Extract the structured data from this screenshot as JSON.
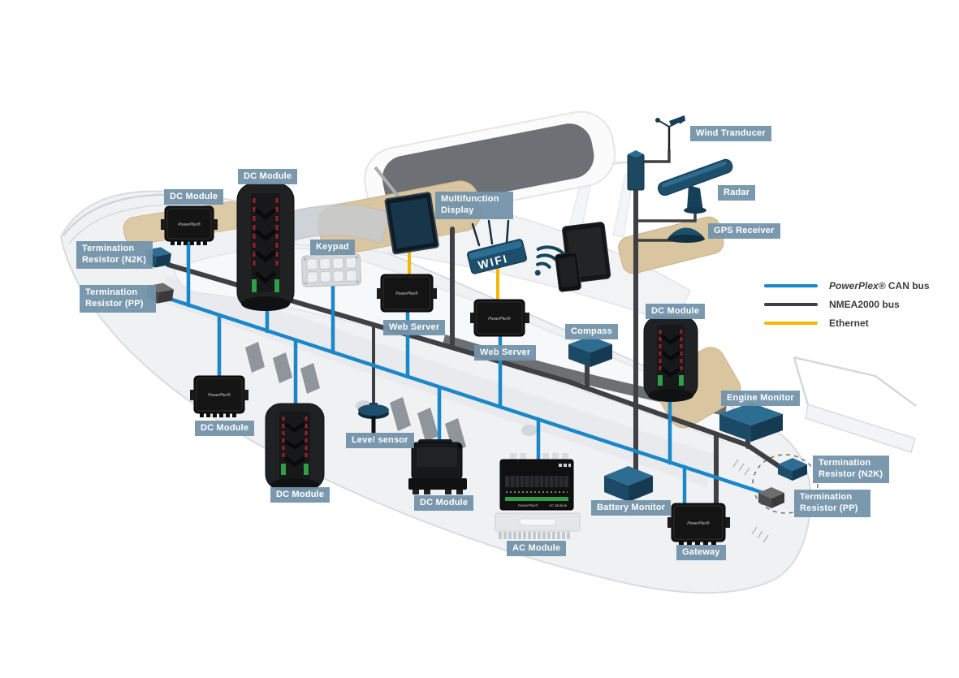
{
  "legend": {
    "items": [
      {
        "brand": "PowerPlex®",
        "label": " CAN bus",
        "color": "#1b87c9"
      },
      {
        "brand": "",
        "label": "NMEA2000 bus",
        "color": "#3e4043"
      },
      {
        "brand": "",
        "label": "Ethernet",
        "color": "#f2b705"
      }
    ]
  },
  "labels": {
    "dc_module_1": "DC Module",
    "dc_module_2": "DC Module",
    "keypad": "Keypad",
    "multifunction_display": "Multifunction Display",
    "term_n2k_left": "Termination Resistor (N2K)",
    "term_pp_left": "Termination Resistor (PP)",
    "web_server_1": "Web Server",
    "web_server_2": "Web Server",
    "compass": "Compass",
    "dc_module_3": "DC Module",
    "gps_receiver": "GPS Receiver",
    "radar": "Radar",
    "wind_tranducer": "Wind Tranducer",
    "engine_monitor": "Engine Monitor",
    "term_n2k_right": "Termination Resistor (N2K)",
    "term_pp_right": "Termination Resistor (PP)",
    "dc_module_4": "DC Module",
    "dc_module_5": "DC Module",
    "level_sensor": "Level sensor",
    "dc_module_6": "DC Module",
    "ac_module": "AC Module",
    "battery_monitor": "Battery Monitor",
    "gateway": "Gateway"
  },
  "device_text": {
    "powerplex": "PowerPlex®",
    "wifi": "WIFI",
    "ac_module": "AC Module"
  },
  "colors": {
    "label_bg": "#7494aa",
    "label_text": "#ffffff",
    "legend_text": "#3c3c3c",
    "can_bus": "#1b87c9",
    "nmea_bus": "#3e4043",
    "ethernet": "#f2b705",
    "device_teal": "#1d4e6b",
    "device_black": "#141414"
  }
}
